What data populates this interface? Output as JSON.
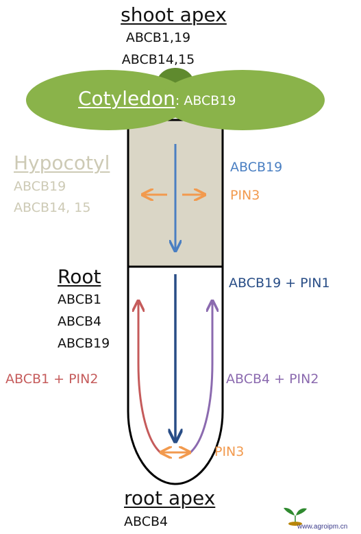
{
  "colors": {
    "leaf_green": "#8ab34a",
    "apex_green": "#5f8a2e",
    "hypocotyl_fill": "#dad6c6",
    "hypocotyl_text": "#cdcab5",
    "blue_arrow": "#4a7fc2",
    "navy_arrow": "#284d86",
    "orange_arrow": "#f29a4e",
    "red_arrow": "#c55b5b",
    "purple_arrow": "#8b6aaf",
    "black": "#111111"
  },
  "shoot": {
    "title": "shoot apex",
    "genes": [
      "ABCB1,19",
      "ABCB14,15"
    ]
  },
  "cotyledon": {
    "title": "Cotyledon",
    "genes": ": ABCB19"
  },
  "hypocotyl": {
    "title": "Hypocotyl",
    "genes": [
      "ABCB19",
      "ABCB14, 15"
    ],
    "right_labels": [
      "ABCB19",
      "PIN3"
    ]
  },
  "root": {
    "title": "Root",
    "genes": [
      "ABCB1",
      "ABCB4",
      "ABCB19"
    ],
    "right_top": "ABCB19 + PIN1",
    "left_side": "ABCB1 + PIN2",
    "right_side": "ABCB4 + PIN2",
    "tip_label": "PIN3"
  },
  "root_apex": {
    "title": "root apex",
    "genes": "ABCB4"
  },
  "watermark": {
    "site": "www.agroipm.cn"
  }
}
